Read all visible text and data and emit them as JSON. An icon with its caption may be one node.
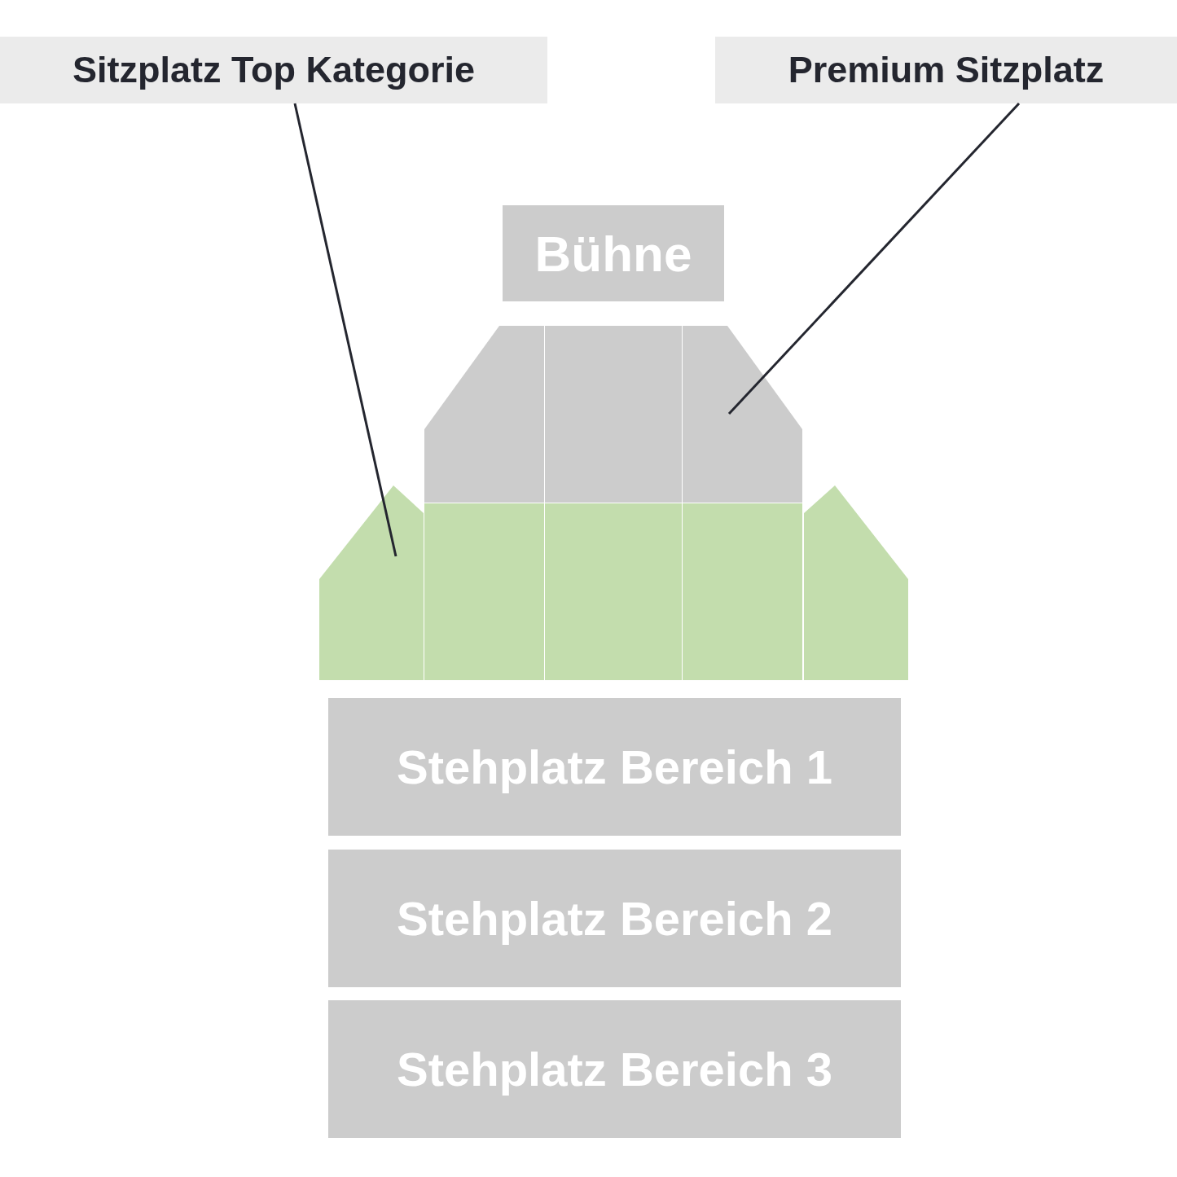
{
  "diagram": {
    "nodes": [
      {
        "text": [
          "Sitzplatz Top Kategorie"
        ]
      },
      {
        "text": [
          "Premium Sitzplatz"
        ]
      },
      {
        "text": [
          "Bühne"
        ]
      },
      {
        "text": [],
        "shape": "pentagon"
      },
      {
        "text": [],
        "shape": "box"
      },
      {
        "text": [],
        "shape": "pentagon"
      },
      {
        "text": [],
        "shape": "pentagon"
      },
      {
        "text": [],
        "shape": "box"
      },
      {
        "text": [],
        "shape": "box"
      },
      {
        "text": [],
        "shape": "box"
      },
      {
        "text": [],
        "shape": "pentagon"
      },
      {
        "text": [
          "Stehplatz Bereich 1"
        ]
      },
      {
        "text": [
          "Stehplatz Bereich 2"
        ]
      },
      {
        "text": [
          "Stehplatz Bereich 3"
        ]
      }
    ],
    "edges": [
      {
        "from": 0,
        "to": 6,
        "arrow": "none"
      },
      {
        "from": 1,
        "to": 5,
        "arrow": "none"
      }
    ]
  }
}
